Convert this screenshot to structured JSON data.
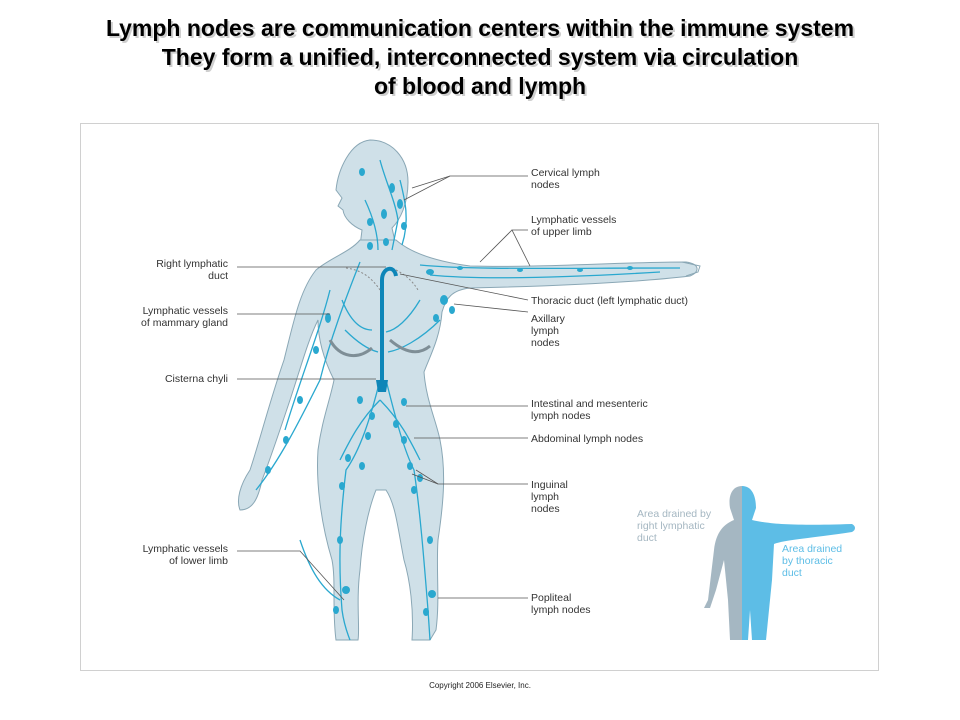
{
  "title": {
    "line1": "Lymph nodes are communication centers within the immune system",
    "line2": "They form a unified,  interconnected  system via circulation",
    "line3": "of blood and lymph"
  },
  "labels": {
    "cervical": "Cervical lymph\nnodes",
    "upper_limb": "Lymphatic vessels\nof upper limb",
    "right_duct": "Right lymphatic\nduct",
    "mammary": "Lymphatic vessels\nof mammary gland",
    "cisterna": "Cisterna chyli",
    "thoracic": "Thoracic duct (left lymphatic duct)",
    "axillary": "Axillary\nlymph\nnodes",
    "intestinal": "Intestinal and mesenteric\nlymph nodes",
    "abdominal": "Abdominal lymph nodes",
    "inguinal": "Inguinal\nlymph\nnodes",
    "lower_limb": "Lymphatic vessels\nof lower limb",
    "popliteal": "Popliteal\nlymph nodes"
  },
  "legend": {
    "right_area": "Area drained by\nright lymphatic\nduct",
    "thoracic_area": "Area drained\nby thoracic\nduct"
  },
  "copyright": "Copyright 2006 Elsevier, Inc.",
  "colors": {
    "body_fill": "#cfe0e8",
    "vessel": "#2aa8cf",
    "duct": "#0e86b8",
    "right_area": "#a5b7c2",
    "thoracic_area": "#5dbde6",
    "leader": "#555555"
  }
}
